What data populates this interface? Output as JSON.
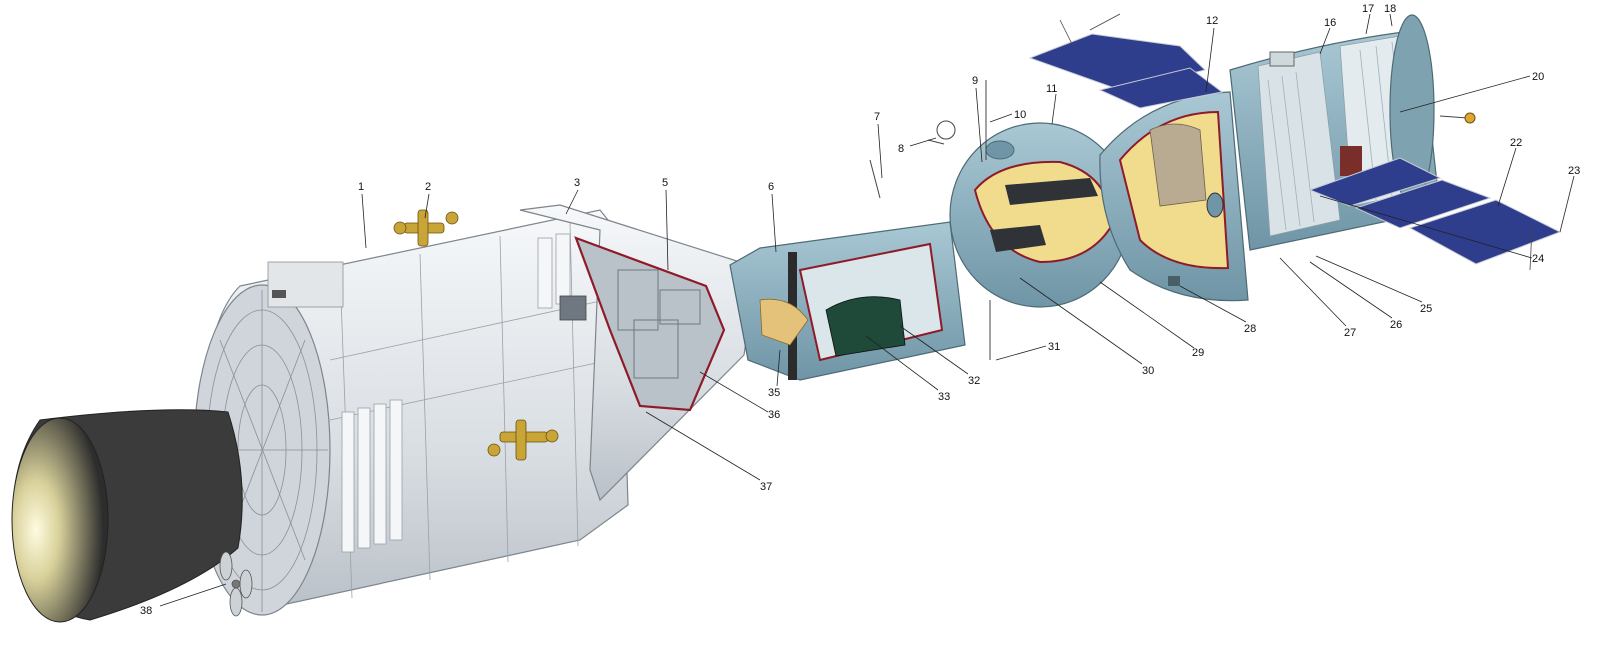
{
  "labels": {
    "l1": "1",
    "l2": "2",
    "l3": "3",
    "l5": "5",
    "l6": "6",
    "l7": "7",
    "l8": "8",
    "l9": "9",
    "l10": "10",
    "l11": "11",
    "l12": "12",
    "l16": "16",
    "l17": "17",
    "l18": "18",
    "l20": "20",
    "l22": "22",
    "l23": "23",
    "l24": "24",
    "l25": "25",
    "l26": "26",
    "l27": "27",
    "l28": "28",
    "l29": "29",
    "l30": "30",
    "l31": "31",
    "l32": "32",
    "l33": "33",
    "l35": "35",
    "l36": "36",
    "l37": "37",
    "l38": "38"
  },
  "colors": {
    "hull_white": "#e8ecef",
    "soyuz_teal": "#8fb3c2",
    "solar_panel": "#2e3d8c",
    "interior_yellow": "#f1dc8e",
    "cutaway_red": "#8e1b2a",
    "nozzle": "#3a3a3a"
  }
}
